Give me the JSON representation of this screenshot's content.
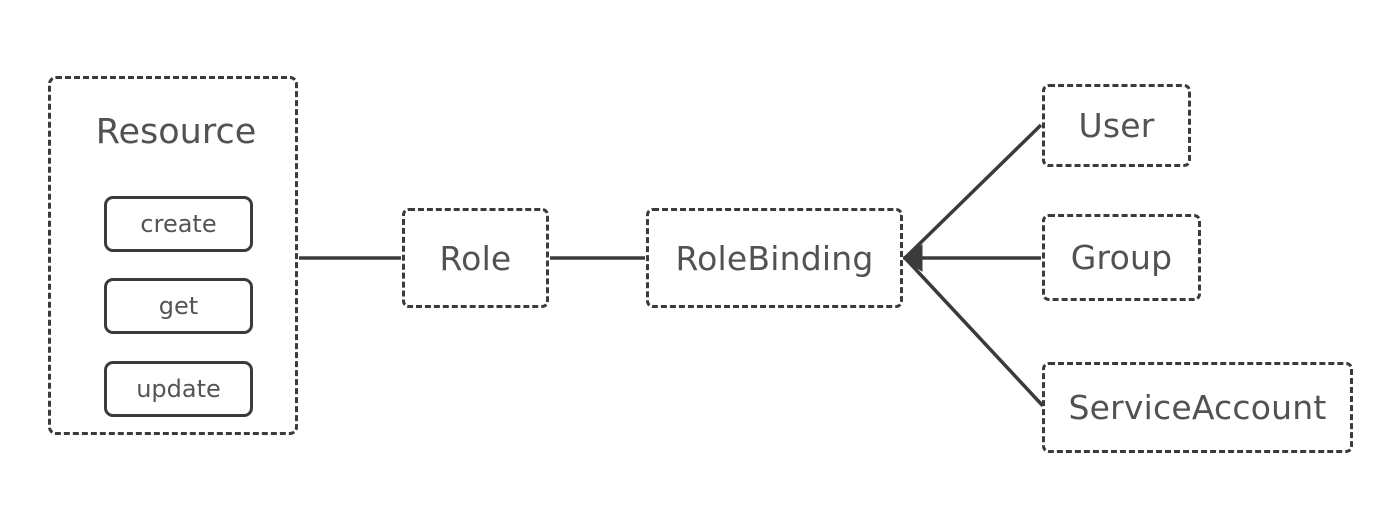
{
  "diagram": {
    "type": "kubernetes-rbac-relationship-diagram",
    "background_color": "#ffffff",
    "stroke_color": "#3b3b3b",
    "text_color": "#525252",
    "nodes": {
      "resource": {
        "label": "Resource",
        "style": "dashed-cluster",
        "verbs": [
          {
            "label": "create"
          },
          {
            "label": "get"
          },
          {
            "label": "update"
          }
        ]
      },
      "role": {
        "label": "Role",
        "style": "dashed"
      },
      "rolebinding": {
        "label": "RoleBinding",
        "style": "dashed"
      },
      "user": {
        "label": "User",
        "style": "dashed"
      },
      "group": {
        "label": "Group",
        "style": "dashed"
      },
      "serviceaccount": {
        "label": "ServiceAccount",
        "style": "dashed"
      }
    },
    "edges": [
      {
        "from": "resource",
        "to": "role",
        "style": "solid",
        "arrow": "none"
      },
      {
        "from": "role",
        "to": "rolebinding",
        "style": "solid",
        "arrow": "none"
      },
      {
        "from": "user",
        "to": "rolebinding",
        "style": "solid",
        "arrow": "arrowhead-at-rolebinding"
      },
      {
        "from": "group",
        "to": "rolebinding",
        "style": "solid",
        "arrow": "arrowhead-at-rolebinding"
      },
      {
        "from": "serviceaccount",
        "to": "rolebinding",
        "style": "solid",
        "arrow": "arrowhead-at-rolebinding"
      }
    ]
  }
}
